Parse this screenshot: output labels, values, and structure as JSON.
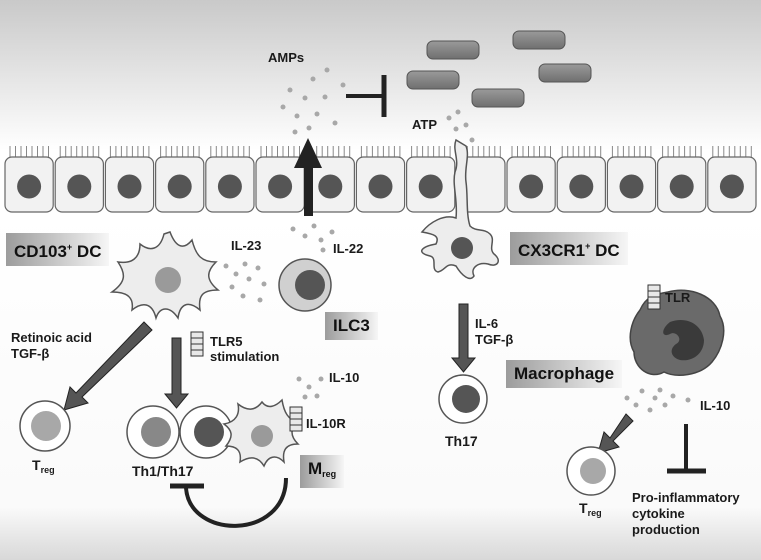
{
  "labels": {
    "amps": "AMPs",
    "atp": "ATP",
    "il23": "IL-23",
    "il22": "IL-22",
    "retinoic_acid": "Retinoic acid",
    "tgfb": "TGF-β",
    "tlr5": "TLR5",
    "stimulation": "stimulation",
    "il10_mreg": "IL-10",
    "il10r": "IL-10R",
    "il6": "IL-6",
    "tgfb_th17": "TGF-β",
    "th17": "Th17",
    "th1_th17": "Th1/Th17",
    "treg_left_main": "T",
    "treg_left_sub": "reg",
    "treg_right_main": "T",
    "treg_right_sub": "reg",
    "tlr": "TLR",
    "il10_mac": "IL-10",
    "pro_inflammatory_1": "Pro-inflammatory",
    "pro_inflammatory_2": "cytokine",
    "pro_inflammatory_3": "production"
  },
  "boxes": {
    "cd103_main": "CD103",
    "cd103_sup": "+",
    "cd103_tail": " DC",
    "cx3cr1_main": "CX3CR1",
    "cx3cr1_sup": "+",
    "cx3cr1_tail": " DC",
    "ilc3": "ILC3",
    "macrophage": "Macrophage",
    "mreg_main": "M",
    "mreg_sub": "reg"
  },
  "colors": {
    "lumen_top": "#c9c9c9",
    "cell_fill": "#f2f2f2",
    "nucleus": "#555555",
    "bacteria": "#8a8a8a",
    "arrow": "#3a3a3a",
    "dots": "#a8a8a8"
  },
  "icons": [
    "bacteria-icon",
    "epithelial-cell-icon",
    "dendritic-cell-icon",
    "t-cell-icon",
    "macrophage-icon",
    "receptor-icon"
  ]
}
